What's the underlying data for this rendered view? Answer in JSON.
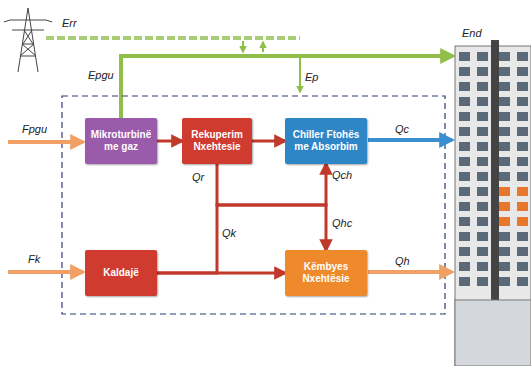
{
  "diagram": {
    "nodes": [
      {
        "text": [
          "Mikroturbinë me gaz"
        ]
      },
      {
        "text": [
          "Rekuperim Nxehtesie"
        ]
      },
      {
        "text": [
          "Chiller Ftohës me Absorbim"
        ]
      },
      {
        "text": [
          "Kaldajë"
        ]
      },
      {
        "text": [
          "Këmbyes Nxehtësie"
        ]
      }
    ],
    "edges": [
      {
        "from": 0,
        "to": 1,
        "arrow": "to"
      },
      {
        "from": 1,
        "to": 2,
        "arrow": "to"
      },
      {
        "from": 1,
        "to": 4,
        "arrow": "to"
      },
      {
        "from": 3,
        "to": 2,
        "arrow": "to"
      },
      {
        "from": 3,
        "to": 4,
        "arrow": "to"
      }
    ],
    "labels": [
      "Err",
      "End",
      "Epgu",
      "Ep",
      "Fpgu",
      "Fk",
      "Qr",
      "Qch",
      "Qhc",
      "Qk",
      "Qc",
      "Qh"
    ]
  }
}
